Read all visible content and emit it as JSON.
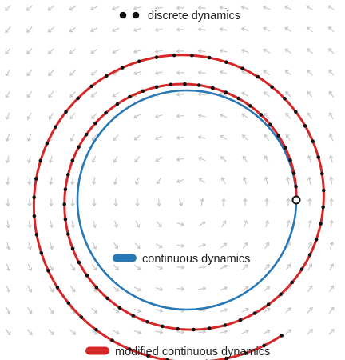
{
  "legend": {
    "discrete": "discrete dynamics",
    "continuous": "continuous dynamics",
    "modified": "modified continuous dynamics"
  },
  "colors": {
    "background": "#ffffff",
    "vector_field": "#c8c8c8",
    "continuous": "#2878b5",
    "modified": "#d62728",
    "discrete_points": "#111111",
    "initial_point_fill": "#ffffff",
    "initial_point_stroke": "#111111"
  },
  "dynamics": {
    "field": "rotation",
    "discrete_step_angle_deg": 7,
    "discrete_step_count": 95,
    "spiral_growth_per_turn": 1.25
  }
}
